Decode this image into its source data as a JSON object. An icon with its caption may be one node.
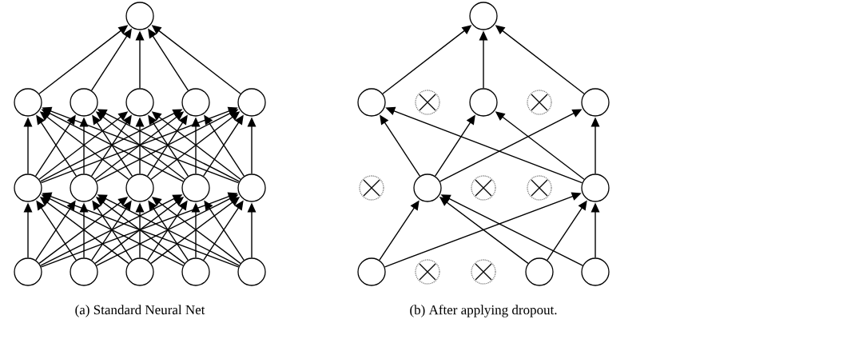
{
  "diagram": {
    "nodes": [
      {
        "text": [],
        "shape": "circle"
      },
      {
        "text": [],
        "shape": "circle"
      },
      {
        "text": [],
        "shape": "circle"
      },
      {
        "text": [],
        "shape": "circle"
      },
      {
        "text": [],
        "shape": "circle"
      },
      {
        "text": [],
        "shape": "circle"
      },
      {
        "text": [],
        "shape": "circle"
      },
      {
        "text": [],
        "shape": "circle"
      },
      {
        "text": [],
        "shape": "circle"
      },
      {
        "text": [],
        "shape": "circle"
      },
      {
        "text": [],
        "shape": "circle"
      },
      {
        "text": [],
        "shape": "circle"
      },
      {
        "text": [],
        "shape": "circle"
      },
      {
        "text": [],
        "shape": "circle"
      },
      {
        "text": [],
        "shape": "circle"
      },
      {
        "text": [],
        "shape": "circle"
      },
      {
        "text": [],
        "shape": "circle"
      },
      {
        "text": [],
        "shape": "circle"
      },
      {
        "text": [],
        "shape": "cross"
      },
      {
        "text": [],
        "shape": "circle"
      },
      {
        "text": [],
        "shape": "cross"
      },
      {
        "text": [],
        "shape": "circle"
      },
      {
        "text": [],
        "shape": "cross"
      },
      {
        "text": [],
        "shape": "circle"
      },
      {
        "text": [],
        "shape": "cross"
      },
      {
        "text": [],
        "shape": "cross"
      },
      {
        "text": [],
        "shape": "circle"
      },
      {
        "text": [],
        "shape": "circle"
      },
      {
        "text": [],
        "shape": "cross"
      },
      {
        "text": [],
        "shape": "cross"
      },
      {
        "text": [],
        "shape": "circle"
      },
      {
        "text": [],
        "shape": "circle"
      }
    ],
    "edges": [
      {
        "from": 1,
        "to": 0,
        "arrow": "to"
      },
      {
        "from": 2,
        "to": 0,
        "arrow": "to"
      },
      {
        "from": 3,
        "to": 0,
        "arrow": "to"
      },
      {
        "from": 4,
        "to": 0,
        "arrow": "to"
      },
      {
        "from": 5,
        "to": 0,
        "arrow": "to"
      },
      {
        "from": 6,
        "to": 1,
        "arrow": "to"
      },
      {
        "from": 6,
        "to": 2,
        "arrow": "to"
      },
      {
        "from": 6,
        "to": 3,
        "arrow": "to"
      },
      {
        "from": 6,
        "to": 4,
        "arrow": "to"
      },
      {
        "from": 6,
        "to": 5,
        "arrow": "to"
      },
      {
        "from": 7,
        "to": 1,
        "arrow": "to"
      },
      {
        "from": 7,
        "to": 2,
        "arrow": "to"
      },
      {
        "from": 7,
        "to": 3,
        "arrow": "to"
      },
      {
        "from": 7,
        "to": 4,
        "arrow": "to"
      },
      {
        "from": 7,
        "to": 5,
        "arrow": "to"
      },
      {
        "from": 8,
        "to": 1,
        "arrow": "to"
      },
      {
        "from": 8,
        "to": 2,
        "arrow": "to"
      },
      {
        "from": 8,
        "to": 3,
        "arrow": "to"
      },
      {
        "from": 8,
        "to": 4,
        "arrow": "to"
      },
      {
        "from": 8,
        "to": 5,
        "arrow": "to"
      },
      {
        "from": 9,
        "to": 1,
        "arrow": "to"
      },
      {
        "from": 9,
        "to": 2,
        "arrow": "to"
      },
      {
        "from": 9,
        "to": 3,
        "arrow": "to"
      },
      {
        "from": 9,
        "to": 4,
        "arrow": "to"
      },
      {
        "from": 9,
        "to": 5,
        "arrow": "to"
      },
      {
        "from": 10,
        "to": 1,
        "arrow": "to"
      },
      {
        "from": 10,
        "to": 2,
        "arrow": "to"
      },
      {
        "from": 10,
        "to": 3,
        "arrow": "to"
      },
      {
        "from": 10,
        "to": 4,
        "arrow": "to"
      },
      {
        "from": 10,
        "to": 5,
        "arrow": "to"
      },
      {
        "from": 11,
        "to": 6,
        "arrow": "to"
      },
      {
        "from": 11,
        "to": 7,
        "arrow": "to"
      },
      {
        "from": 11,
        "to": 8,
        "arrow": "to"
      },
      {
        "from": 11,
        "to": 9,
        "arrow": "to"
      },
      {
        "from": 11,
        "to": 10,
        "arrow": "to"
      },
      {
        "from": 12,
        "to": 6,
        "arrow": "to"
      },
      {
        "from": 12,
        "to": 7,
        "arrow": "to"
      },
      {
        "from": 12,
        "to": 8,
        "arrow": "to"
      },
      {
        "from": 12,
        "to": 9,
        "arrow": "to"
      },
      {
        "from": 12,
        "to": 10,
        "arrow": "to"
      },
      {
        "from": 13,
        "to": 6,
        "arrow": "to"
      },
      {
        "from": 13,
        "to": 7,
        "arrow": "to"
      },
      {
        "from": 13,
        "to": 8,
        "arrow": "to"
      },
      {
        "from": 13,
        "to": 9,
        "arrow": "to"
      },
      {
        "from": 13,
        "to": 10,
        "arrow": "to"
      },
      {
        "from": 14,
        "to": 6,
        "arrow": "to"
      },
      {
        "from": 14,
        "to": 7,
        "arrow": "to"
      },
      {
        "from": 14,
        "to": 8,
        "arrow": "to"
      },
      {
        "from": 14,
        "to": 9,
        "arrow": "to"
      },
      {
        "from": 14,
        "to": 10,
        "arrow": "to"
      },
      {
        "from": 15,
        "to": 6,
        "arrow": "to"
      },
      {
        "from": 15,
        "to": 7,
        "arrow": "to"
      },
      {
        "from": 15,
        "to": 8,
        "arrow": "to"
      },
      {
        "from": 15,
        "to": 9,
        "arrow": "to"
      },
      {
        "from": 15,
        "to": 10,
        "arrow": "to"
      },
      {
        "from": 17,
        "to": 16,
        "arrow": "to"
      },
      {
        "from": 19,
        "to": 16,
        "arrow": "to"
      },
      {
        "from": 21,
        "to": 16,
        "arrow": "to"
      },
      {
        "from": 23,
        "to": 17,
        "arrow": "to"
      },
      {
        "from": 23,
        "to": 19,
        "arrow": "to"
      },
      {
        "from": 23,
        "to": 21,
        "arrow": "to"
      },
      {
        "from": 26,
        "to": 17,
        "arrow": "to"
      },
      {
        "from": 26,
        "to": 19,
        "arrow": "to"
      },
      {
        "from": 26,
        "to": 21,
        "arrow": "to"
      },
      {
        "from": 27,
        "to": 23,
        "arrow": "to"
      },
      {
        "from": 27,
        "to": 26,
        "arrow": "to"
      },
      {
        "from": 30,
        "to": 23,
        "arrow": "to"
      },
      {
        "from": 30,
        "to": 26,
        "arrow": "to"
      },
      {
        "from": 31,
        "to": 23,
        "arrow": "to"
      },
      {
        "from": 31,
        "to": 26,
        "arrow": "to"
      }
    ],
    "labels": [
      "(a) Standard Neural Net",
      "(b) After applying dropout."
    ]
  }
}
